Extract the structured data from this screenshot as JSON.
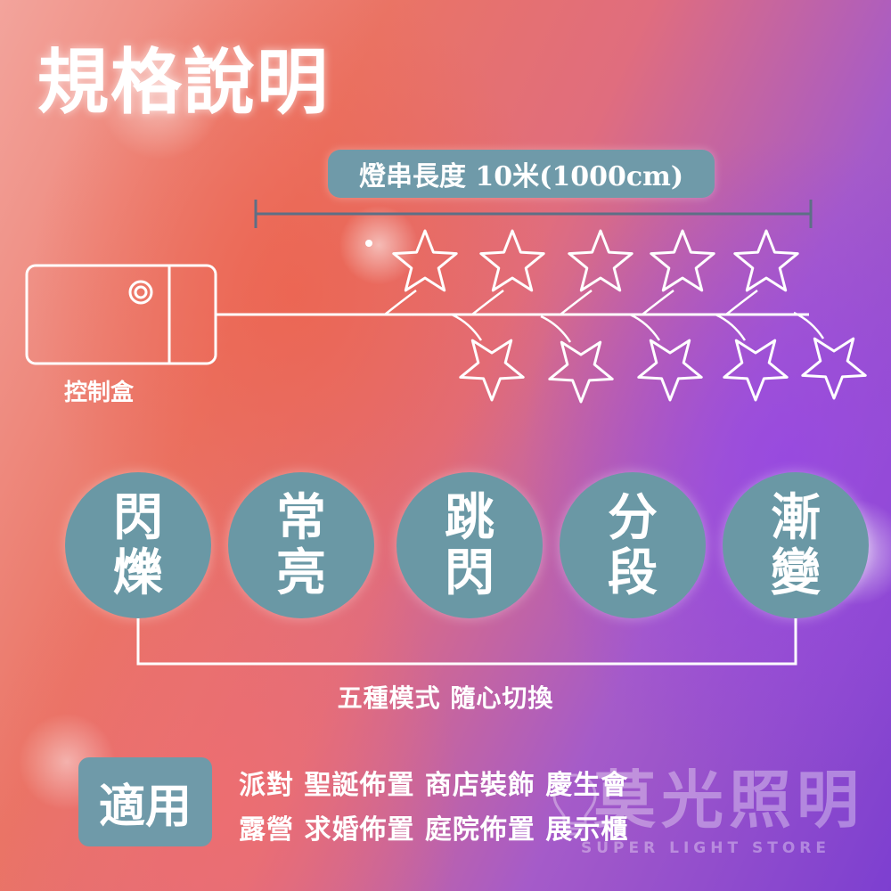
{
  "title": "規格說明",
  "length_label": "燈串長度  10米(1000cm)",
  "control_box_label": "控制盒",
  "modes": [
    {
      "line1": "閃",
      "line2": "爍"
    },
    {
      "line1": "常",
      "line2": "亮"
    },
    {
      "line1": "跳",
      "line2": "閃"
    },
    {
      "line1": "分",
      "line2": "段"
    },
    {
      "line1": "漸",
      "line2": "變"
    }
  ],
  "modes_caption": "五種模式  隨心切換",
  "use_title": "適用",
  "uses": [
    "派對  聖誕佈置  商店裝飾  慶生會",
    "露營  求婚佈置  庭院佈置  展示櫃"
  ],
  "watermark": {
    "name_cn": "莫光照明",
    "name_en": "SUPER LIGHT STORE"
  },
  "colors": {
    "pill": "#6f9aa9",
    "circle": "#6a98a5",
    "line": "#ffffff",
    "dimension_line": "#5d6f86"
  }
}
